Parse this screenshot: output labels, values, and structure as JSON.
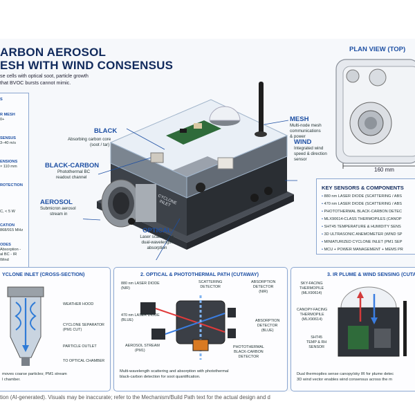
{
  "header": {
    "title_line1": "ARBON AEROSOL",
    "title_line2": "ESH WITH WIND CONSENSUS",
    "intro_line1": "se cells with optical soot, particle growth",
    "intro_line2": "that BVOC bursts cannot mimic."
  },
  "sidebar": {
    "items": [
      {
        "head": "S",
        "sub": ""
      },
      {
        "head": "R MESH",
        "sub": "0+"
      },
      {
        "head": "SENSUS",
        "sub": "3–40 m/s"
      },
      {
        "head": "ENSIONS",
        "sub": "× 110 mm"
      },
      {
        "head": "ROTECTION",
        "sub": ""
      },
      {
        "head": "",
        "sub": "C, < 5 W"
      },
      {
        "head": "CATION",
        "sub": "868/915 MHz"
      },
      {
        "head": "ODES",
        "sub": "Absorption -"
      },
      {
        "head": "",
        "sub": "al BC - IR"
      },
      {
        "head": "",
        "sub": "Wind"
      }
    ]
  },
  "callouts": {
    "black": {
      "title": "BLACK",
      "line1": "Absorbing carbon core",
      "line2": "(soot / tar)"
    },
    "black_carbon": {
      "title": "BLACK-CARBON",
      "line1": "Photothermal BC",
      "line2": "readout channel"
    },
    "aerosol": {
      "title": "AEROSOL",
      "line1": "Submicron aerosol",
      "line2": "stream in"
    },
    "optical": {
      "title": "OPTICAL",
      "line1": "Laser scattering +",
      "line2": "dual-wavelength",
      "line3": "absorption"
    },
    "mesh": {
      "title": "MESH",
      "line1": "Multi-node mesh",
      "line2": "communications",
      "line3": "& power"
    },
    "wind": {
      "title": "WIND",
      "line1": "Integrated wind",
      "line2": "speed & direction",
      "line3": "sensor"
    }
  },
  "device": {
    "inlet_line1": "CYCLONE",
    "inlet_line2": "INLET"
  },
  "plan_view": {
    "title": "PLAN VIEW (TOP)",
    "dimension": "160 mm"
  },
  "sensors": {
    "title": "KEY SENSORS & COMPONENTS",
    "items": [
      "880 nm LASER DIODE (SCATTERING / ABS",
      "470 nm LASER DIODE (SCATTERING / ABS",
      "PHOTOTHERMAL BLACK-CARBON DETEC",
      "MLX90614-CLASS THERMOPILES (CANOP",
      "SHT45 TEMPERATURE & HUMIDITY SENS",
      "3D ULTRASONIC ANEMOMETER (WIND SP",
      "MINIATURIZED CYCLONE INLET (PM1 SEP",
      "MCU + POWER MANAGEMENT + MEMS PR"
    ]
  },
  "panel1": {
    "title": "YCLONE INLET (CROSS-SECTION)",
    "labels": [
      "WEATHER HOOD",
      "CYCLONE SEPARATOR",
      "(PM1 CUT)",
      "PARTICLE OUTLET",
      "TO OPTICAL CHAMBER"
    ],
    "caption_line1": "moves coarse particles; PM1 stream",
    "caption_line2": "l chamber."
  },
  "panel2": {
    "title": "2. OPTICAL & PHOTOTHERMAL PATH (CUTAWAY)",
    "laser1_line1": "880 nm LASER DIODE",
    "laser1_line2": "(NIR)",
    "laser2_line1": "470 nm LASER DIODE",
    "laser2_line2": "(BLUE)",
    "scatter_line1": "SCATTERING",
    "scatter_line2": "DETECTOR",
    "absnir_line1": "ABSORPTION",
    "absnir_line2": "DETECTOR",
    "absnir_line3": "(NIR)",
    "absblue_line1": "ABSORPTION",
    "absblue_line2": "DETECTOR",
    "absblue_line3": "(BLUE)",
    "stream_line1": "AEROSOL STREAM",
    "stream_line2": "(PM1)",
    "pbc_line1": "PHOTOTHERMAL",
    "pbc_line2": "BLACK-CARBON",
    "pbc_line3": "DETECTOR",
    "caption_line1": "Multi-wavelength scattering and absorption with photothermal",
    "caption_line2": "black-carbon detection for soot quantification."
  },
  "panel3": {
    "title": "3. IR PLUME & WIND SENSING  (CUTA",
    "sky_line1": "SKY-FACING",
    "sky_line2": "THERMOPILE",
    "sky_line3": "(MLX90614)",
    "canopy_line1": "CANOPY-FACING",
    "canopy_line2": "THERMOPILE",
    "canopy_line3": "(MLX90614)",
    "sht_line1": "SHT45",
    "sht_line2": "TEMP & RH",
    "sht_line3": "SENSOR",
    "caption_line1": "Dual thermopiles sense canopy/sky IR for plume detec",
    "caption_line2": "3D wind vector enables wind consensus across the m"
  },
  "footer": {
    "text": "tion (AI-generated). Visuals may be inaccurate; refer to the Mechanism/Build Path text for the actual design and d"
  }
}
